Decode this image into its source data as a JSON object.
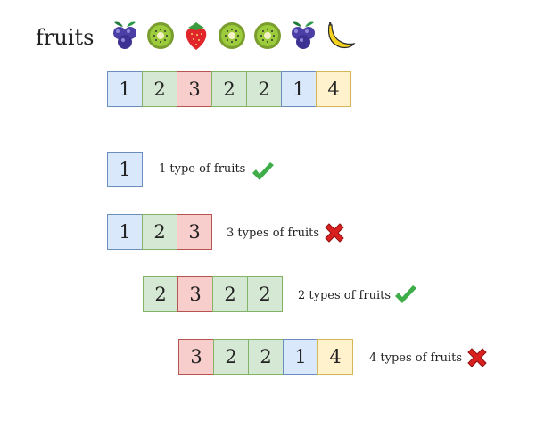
{
  "title": "fruits",
  "fruit_icons": [
    "grape-icon",
    "kiwi-icon",
    "strawberry-icon",
    "kiwi-icon",
    "kiwi-icon",
    "grape-icon",
    "banana-icon"
  ],
  "sequence": [
    "1",
    "2",
    "3",
    "2",
    "2",
    "1",
    "4"
  ],
  "windows": [
    {
      "cells": [
        "1"
      ],
      "label": "1 type of fruits",
      "result": "check-icon"
    },
    {
      "cells": [
        "1",
        "2",
        "3"
      ],
      "label": "3 types of fruits",
      "result": "cross-icon"
    },
    {
      "cells": [
        "2",
        "3",
        "2",
        "2"
      ],
      "label": "2 types of fruits",
      "result": "check-icon"
    },
    {
      "cells": [
        "3",
        "2",
        "2",
        "1",
        "4"
      ],
      "label": "4 types of fruits",
      "result": "cross-icon"
    }
  ],
  "colors": {
    "type1": "#dae8fc",
    "type2": "#d5e8d4",
    "type3": "#f8cecc",
    "type4": "#fff2cc",
    "check": "#3fae49",
    "cross": "#d9201f"
  }
}
